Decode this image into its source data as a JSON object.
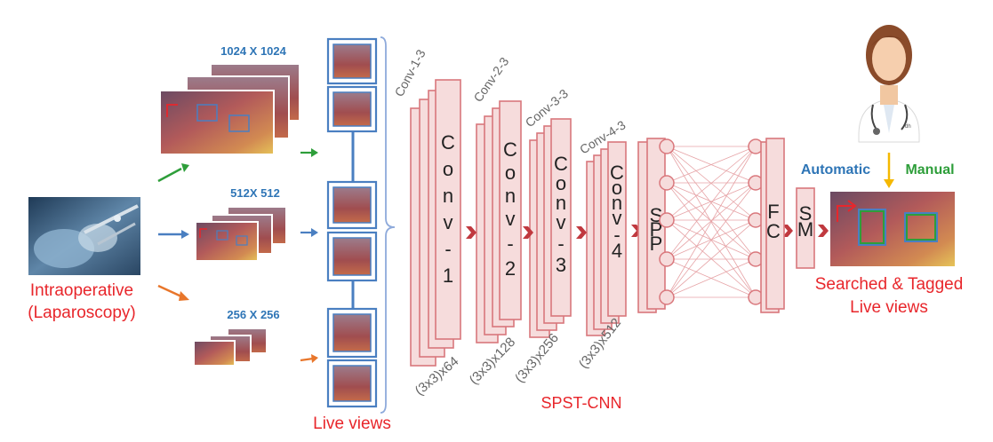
{
  "source": {
    "label_line1": "Intraoperative",
    "label_line2": "(Laparoscopy)"
  },
  "scales": [
    {
      "label": "1024 X 1024",
      "arrow_color": "#2e9e3a"
    },
    {
      "label": "512X 512",
      "arrow_color": "#4a7fc1"
    },
    {
      "label": "256 X 256",
      "arrow_color": "#e8762b"
    }
  ],
  "live_views_label": "Live views",
  "conv_layers": [
    {
      "name": "Conv-1-3",
      "letters": [
        "C",
        "o",
        "n",
        "v",
        "-",
        "1"
      ],
      "spec": "(3x3)x64"
    },
    {
      "name": "Conv-2-3",
      "letters": [
        "C",
        "o",
        "n",
        "v",
        "-",
        "2"
      ],
      "spec": "(3x3)x128"
    },
    {
      "name": "Conv-3-3",
      "letters": [
        "C",
        "o",
        "n",
        "v",
        "-",
        "3"
      ],
      "spec": "(3x3)x256"
    },
    {
      "name": "Conv-4-3",
      "letters": [
        "C",
        "o",
        "n",
        "v",
        "-",
        "4"
      ],
      "spec": "(3x3)x512"
    }
  ],
  "spp_letters": [
    "S",
    "P",
    "P"
  ],
  "fc_letters": [
    "F",
    "C"
  ],
  "sm_letters": [
    "S",
    "M"
  ],
  "network_name": "SPST-CNN",
  "mode": {
    "automatic": "Automatic",
    "manual": "Manual"
  },
  "output": {
    "line1": "Searched & Tagged",
    "line2": "Live views"
  },
  "colors": {
    "red": "#e8262b",
    "blue": "#2e75b6",
    "green": "#2e9e3a",
    "orange": "#e8762b",
    "layer_fill": "#f6dcdc",
    "layer_stroke": "#d9777c"
  },
  "icons": {
    "doctor": "doctor-icon",
    "laparoscopy": "laparoscopy-illustration"
  }
}
